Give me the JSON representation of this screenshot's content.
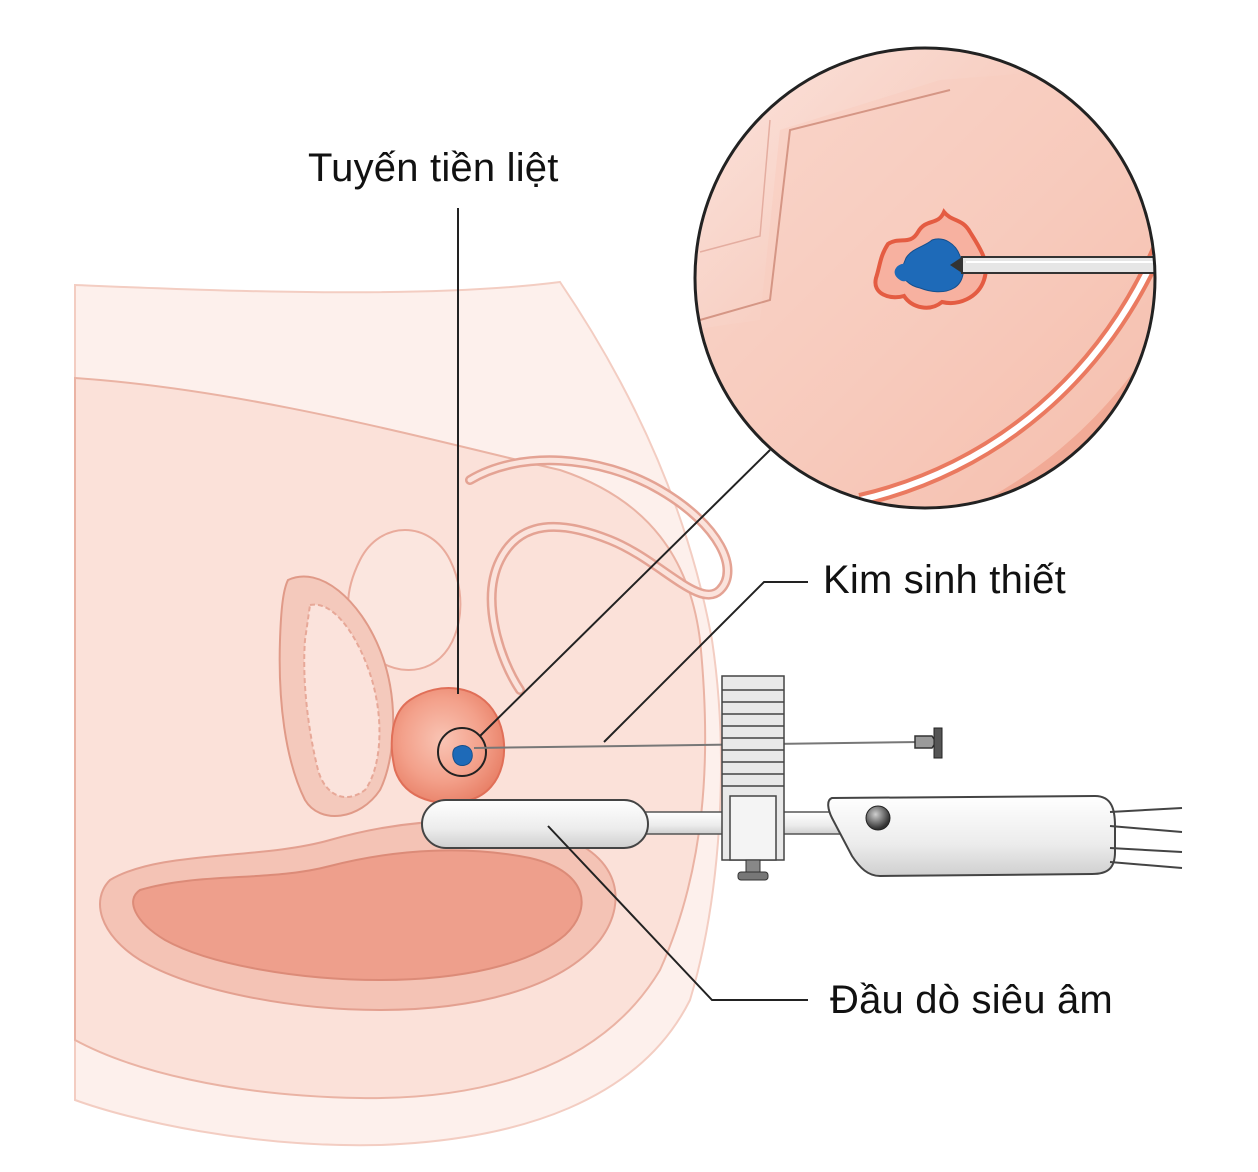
{
  "labels": {
    "prostate": "Tuyến tiền liệt",
    "biopsy_needle": "Kim sinh thiết",
    "ultrasound_probe": "Đầu dò siêu âm"
  },
  "colors": {
    "skin": "#fbe6e0",
    "tissue": "#f6d3c9",
    "tissue_outline": "#e8a99a",
    "rectum_wall": "#eeb6a8",
    "prostate": "#f4a58f",
    "prostate_core": "#ee8068",
    "tumor_ring": "#e8644a",
    "tumor": "#1e6ab8",
    "leader_line": "#222222",
    "probe_body": "#f1f1f1",
    "probe_outline": "#444444"
  }
}
